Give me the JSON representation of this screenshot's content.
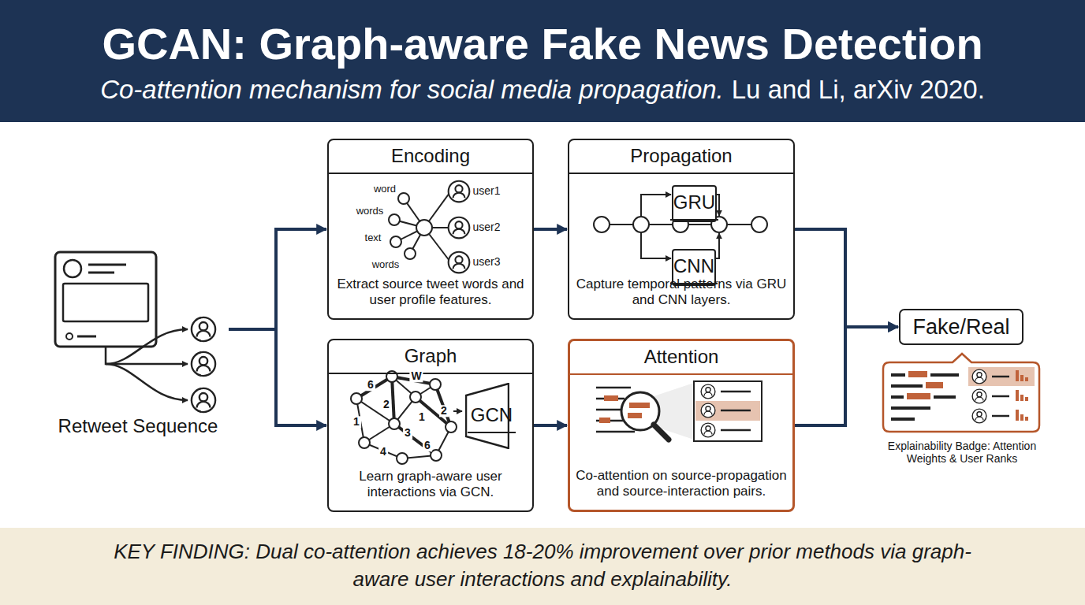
{
  "diagram": {
    "title": "GCAN: Graph-aware Fake News Detection",
    "caption": "KEY FINDING: Dual co-attention achieves 18-20% improvement over prior methods via graph-aware user interactions and explainability.",
    "nodes": [
      {
        "text": [
          "Retweet Sequence"
        ]
      },
      {
        "text": [
          "Encoding",
          "Extract source tweet words and user profile features."
        ]
      },
      {
        "text": [
          "Propagation",
          "Capture temporal patterns via GRU and CNN layers."
        ]
      },
      {
        "text": [
          "GRU"
        ],
        "in": 2
      },
      {
        "text": [
          "CNN"
        ],
        "in": 2
      },
      {
        "text": [
          "Graph",
          "Learn graph-aware user interactions via GCN."
        ]
      },
      {
        "text": [
          "GCN"
        ],
        "in": 5
      },
      {
        "text": [
          "Attention",
          "Co-attention on source-propagation and source-interaction pairs."
        ]
      },
      {
        "text": [
          "Fake/Real"
        ]
      },
      {
        "text": [
          "Explainability Badge: Attention Weights & User Ranks"
        ]
      }
    ],
    "edges": [
      {
        "from": 0,
        "to": 1,
        "arrow": "to"
      },
      {
        "from": 0,
        "to": 5,
        "arrow": "to"
      },
      {
        "from": 1,
        "to": 2,
        "arrow": "to"
      },
      {
        "from": 5,
        "to": 7,
        "arrow": "to"
      },
      {
        "from": 2,
        "to": 8,
        "arrow": "to"
      },
      {
        "from": 7,
        "to": 8,
        "arrow": "to"
      }
    ],
    "labels": [
      "Co-attention mechanism for social media propagation.",
      "Lu and Li, arXiv 2020.",
      "word",
      "words",
      "text",
      "words",
      "user1",
      "user2",
      "user3",
      "6",
      "W",
      "2",
      "1",
      "2",
      "1",
      "3",
      "4",
      "6"
    ]
  }
}
